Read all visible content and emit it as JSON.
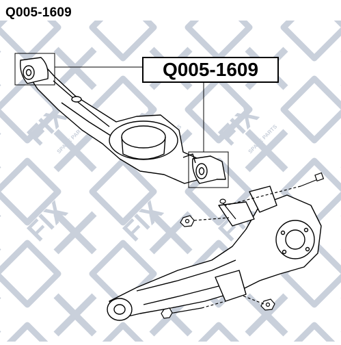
{
  "header": {
    "part_number": "Q005-1609"
  },
  "callout": {
    "part_number": "Q005-1609"
  },
  "watermark": {
    "brand": "FIX",
    "tagline": "SPARE PARTS"
  },
  "colors": {
    "line": "#000000",
    "watermark": "#c9d0db",
    "background": "#ffffff"
  }
}
